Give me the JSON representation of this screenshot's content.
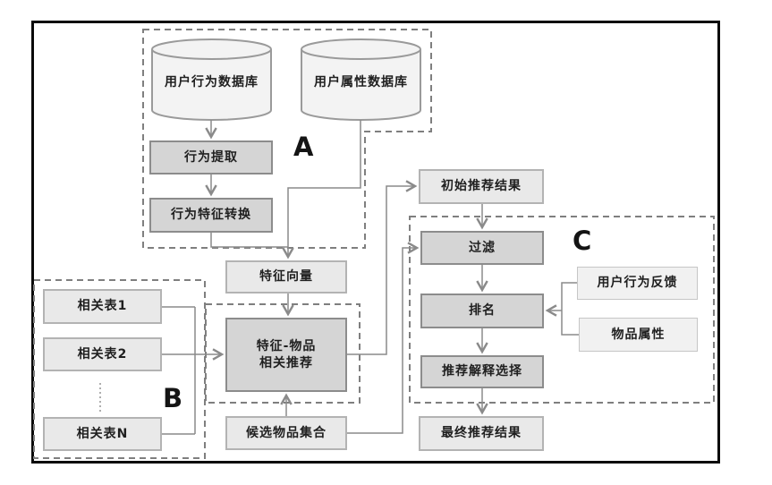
{
  "groups": {
    "a": {
      "label": "A"
    },
    "b": {
      "label": "B"
    },
    "c": {
      "label": "C"
    }
  },
  "nodes": {
    "user_behavior_db": {
      "label": "用户行为数据库"
    },
    "user_attr_db": {
      "label": "用户属性数据库"
    },
    "behavior_extract": {
      "label": "行为提取"
    },
    "behavior_feature_convert": {
      "label": "行为特征转换"
    },
    "feature_vector": {
      "label": "特征向量"
    },
    "feature_item_rec": {
      "label_line1": "特征-物品",
      "label_line2": "相关推荐"
    },
    "candidate_items": {
      "label": "候选物品集合"
    },
    "related_table_1": {
      "label": "相关表1"
    },
    "related_table_2": {
      "label": "相关表2"
    },
    "related_table_n": {
      "label": "相关表N"
    },
    "initial_results": {
      "label": "初始推荐结果"
    },
    "filter": {
      "label": "过滤"
    },
    "ranking": {
      "label": "排名"
    },
    "rec_explain_select": {
      "label": "推荐解释选择"
    },
    "final_results": {
      "label": "最终推荐结果"
    },
    "user_behavior_feedback": {
      "label": "用户行为反馈"
    },
    "item_attrs": {
      "label": "物品属性"
    }
  },
  "colors": {
    "process_fill": "#d5d5d5",
    "process_border": "#8c8c8c",
    "result_fill": "#e9e9e9",
    "result_border": "#b3b3b3",
    "input_fill": "#f1f1f1",
    "input_border": "#c6c6c6",
    "cylinder_fill": "#f3f3f3",
    "cylinder_border": "#9a9a9a",
    "connector": "#8a8a8a",
    "dashed_border": "#7f7f7f",
    "frame_border": "#0a0a0a",
    "text": "#1f1f1f"
  }
}
